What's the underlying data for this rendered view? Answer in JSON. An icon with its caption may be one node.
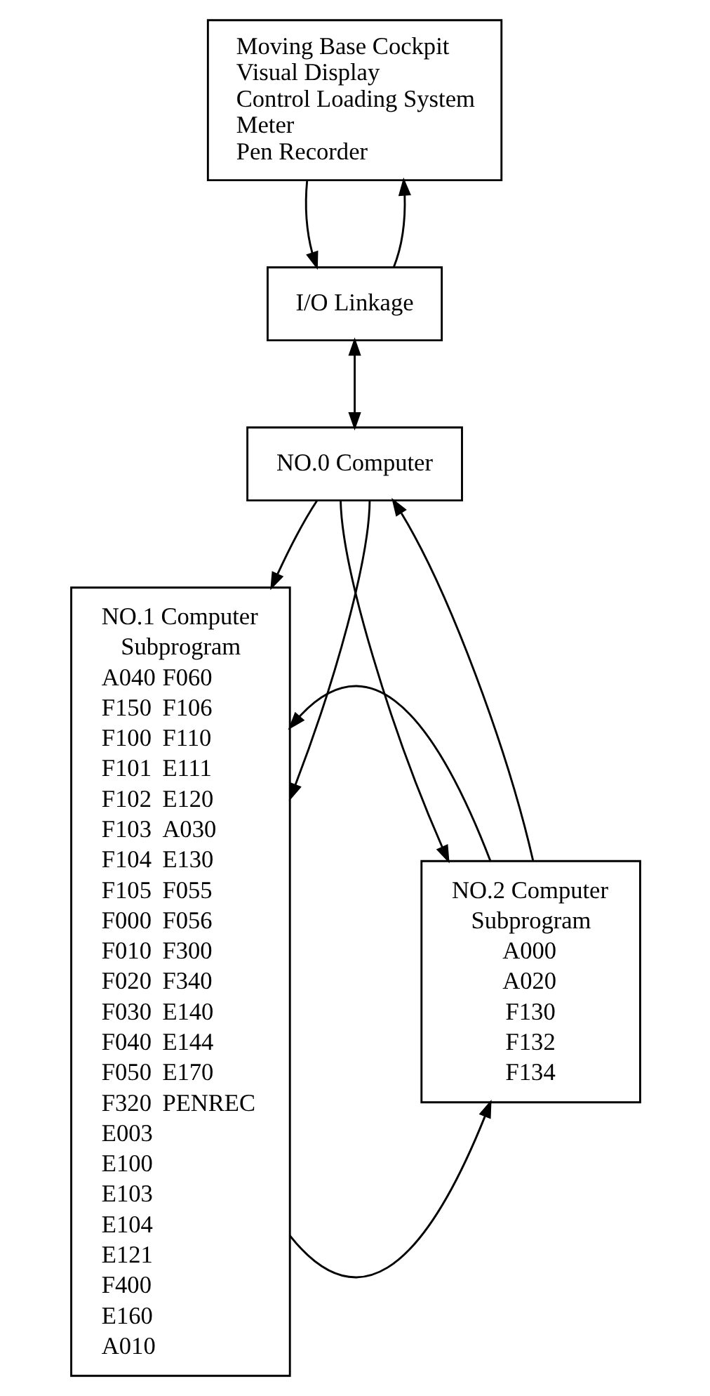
{
  "diagram": {
    "nodes": [
      {
        "text": [
          "Moving Base Cockpit",
          "Visual Display",
          "Control Loading System",
          "Meter",
          "Pen Recorder"
        ]
      },
      {
        "text": [
          "I/O Linkage"
        ]
      },
      {
        "text": [
          "NO.0 Computer"
        ]
      },
      {
        "text": [
          "NO.1 Computer",
          "Subprogram",
          "A040",
          "F150",
          "F100",
          "F101",
          "F102",
          "F103",
          "F104",
          "F105",
          "F000",
          "F010",
          "F020",
          "F030",
          "F040",
          "F050",
          "F320",
          "E003",
          "E100",
          "E103",
          "E104",
          "E121",
          "F400",
          "E160",
          "A010",
          "F060",
          "F106",
          "F110",
          "E111",
          "E120",
          "A030",
          "E130",
          "F055",
          "F056",
          "F300",
          "F340",
          "E140",
          "E144",
          "E170",
          "PENREC"
        ]
      },
      {
        "text": [
          "NO.2 Computer",
          "Subprogram",
          "A000",
          "A020",
          "F130",
          "F132",
          "F134"
        ]
      }
    ],
    "edges": [
      {
        "from": 0,
        "to": 1,
        "arrow": "to"
      },
      {
        "from": 1,
        "to": 0,
        "arrow": "to"
      },
      {
        "from": 1,
        "to": 2,
        "arrow": "both"
      },
      {
        "from": 2,
        "to": 3,
        "arrow": "to"
      },
      {
        "from": 2,
        "to": 3,
        "arrow": "to"
      },
      {
        "from": 4,
        "to": 2,
        "arrow": "to"
      },
      {
        "from": 2,
        "to": 4,
        "arrow": "to"
      },
      {
        "from": 3,
        "to": 4,
        "arrow": "to"
      },
      {
        "from": 4,
        "to": 3,
        "arrow": "to"
      }
    ]
  }
}
